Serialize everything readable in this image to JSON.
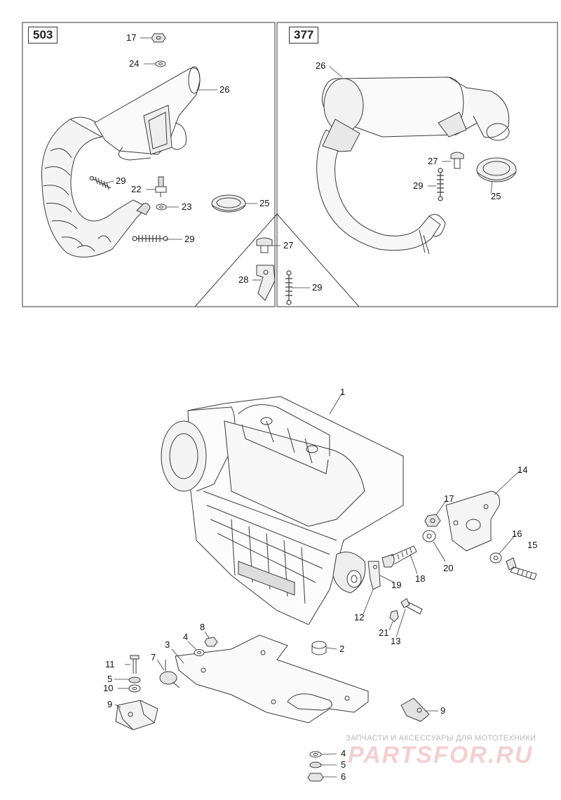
{
  "panels": {
    "left": {
      "model": "503"
    },
    "right": {
      "model": "377"
    }
  },
  "callouts": {
    "c17a": "17",
    "c24": "24",
    "c26a": "26",
    "c29a": "29",
    "c22": "22",
    "c23": "23",
    "c25a": "25",
    "c29b": "29",
    "c26b": "26",
    "c27a": "27",
    "c29c": "29",
    "c25b": "25",
    "c27b": "27",
    "c28": "28",
    "c29d": "29",
    "c1": "1",
    "c14": "14",
    "c17b": "17",
    "c16": "16",
    "c15": "15",
    "c20": "20",
    "c18": "18",
    "c19": "19",
    "c12": "12",
    "c21": "21",
    "c13": "13",
    "c8": "8",
    "c4a": "4",
    "c3": "3",
    "c2": "2",
    "c11": "11",
    "c7": "7",
    "c5a": "5",
    "c10": "10",
    "c9a": "9",
    "c9b": "9",
    "c4b": "4",
    "c5b": "5",
    "c6": "6"
  },
  "watermark": {
    "subtitle": "ЗАПЧАСТИ И АКСЕССУАРЫ ДЛЯ МОТОТЕХНИКИ",
    "brand": "PARTSFOR.RU"
  },
  "colors": {
    "line": "#3a3a3a",
    "fill": "#ffffff",
    "shade": "#d9d9d9",
    "dark": "#9a9a9a"
  }
}
